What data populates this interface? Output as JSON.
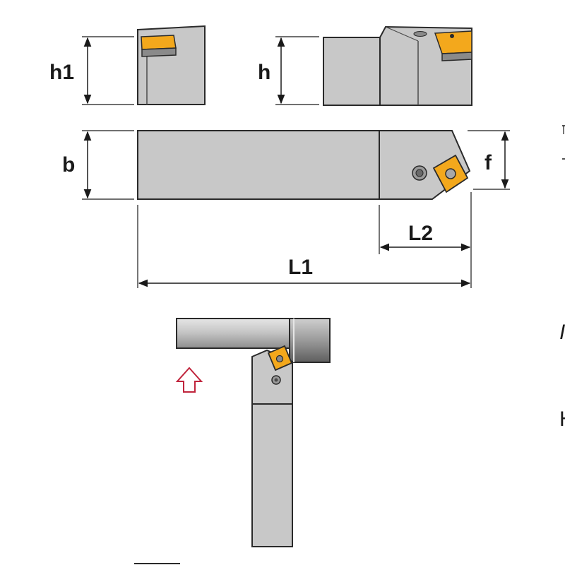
{
  "labels": {
    "h1": "h1",
    "h": "h",
    "b": "b",
    "f": "f",
    "L2": "L2",
    "L1": "L1"
  },
  "edge_text": {
    "right_italic_fragment": "I",
    "right_fragment": "H"
  },
  "colors": {
    "body_fill": "#c8c8c8",
    "outline": "#2a2a2a",
    "insert_orange": "#f3a81c",
    "insert_grey": "#8a8a8a",
    "workpiece_arrow": "#c0243c",
    "dimension_line": "#1a1a1a"
  }
}
